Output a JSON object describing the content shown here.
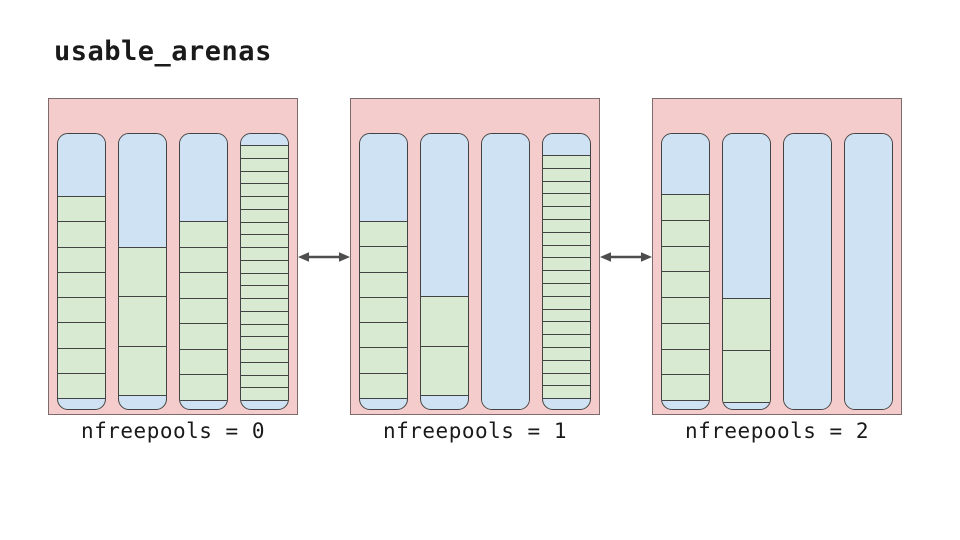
{
  "title": "usable_arenas",
  "colors": {
    "arena_bg": "#f4cccc",
    "pool_free": "#cfe2f3",
    "block_used": "#d9ead3",
    "border": "#434343",
    "arrow": "#4d4d4d",
    "text": "#1a1a1a"
  },
  "arrow_icon": "double-headed-horizontal-arrow",
  "arenas": [
    {
      "label": "nfreepools = 0",
      "pools": [
        {
          "top_free_h": 62,
          "used_rows": 8,
          "used_h": 203,
          "bottom_free_h": 12
        },
        {
          "top_free_h": 113,
          "used_rows": 3,
          "used_h": 149,
          "bottom_free_h": 15
        },
        {
          "top_free_h": 87,
          "used_rows": 7,
          "used_h": 180,
          "bottom_free_h": 10
        },
        {
          "top_free_h": 11,
          "used_rows": 20,
          "used_h": 256,
          "bottom_free_h": 10
        }
      ]
    },
    {
      "label": "nfreepools = 1",
      "pools": [
        {
          "top_free_h": 87,
          "used_rows": 7,
          "used_h": 178,
          "bottom_free_h": 12
        },
        {
          "top_free_h": 162,
          "used_rows": 2,
          "used_h": 100,
          "bottom_free_h": 15
        },
        {
          "top_free_h": 277,
          "used_rows": 0,
          "used_h": 0,
          "bottom_free_h": 0
        },
        {
          "top_free_h": 21,
          "used_rows": 19,
          "used_h": 244,
          "bottom_free_h": 12
        }
      ]
    },
    {
      "label": "nfreepools = 2",
      "pools": [
        {
          "top_free_h": 60,
          "used_rows": 8,
          "used_h": 207,
          "bottom_free_h": 10
        },
        {
          "top_free_h": 164,
          "used_rows": 2,
          "used_h": 105,
          "bottom_free_h": 8
        },
        {
          "top_free_h": 277,
          "used_rows": 0,
          "used_h": 0,
          "bottom_free_h": 0
        },
        {
          "top_free_h": 277,
          "used_rows": 0,
          "used_h": 0,
          "bottom_free_h": 0
        }
      ]
    }
  ]
}
